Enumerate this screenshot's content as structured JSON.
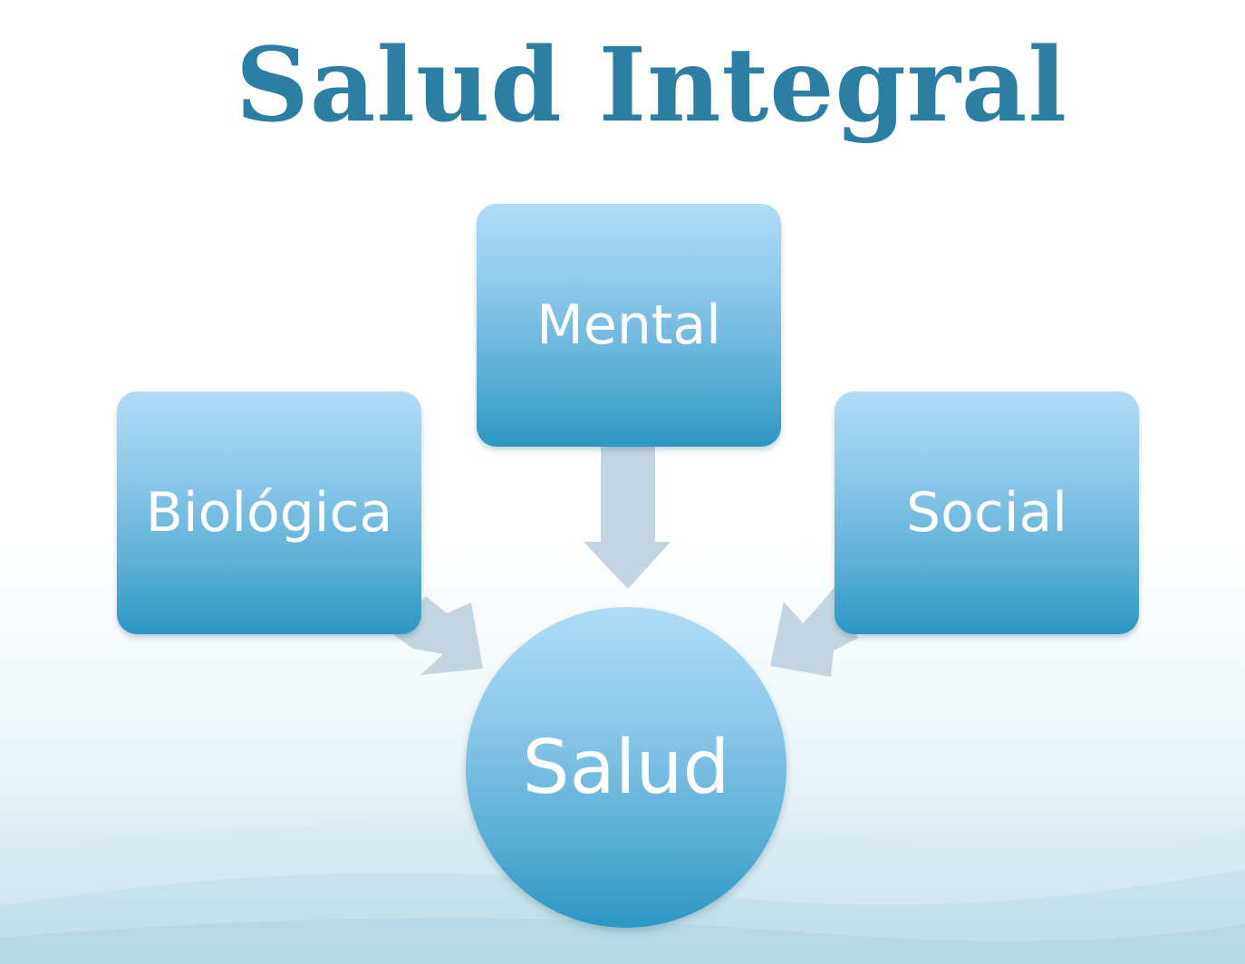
{
  "title": "Salud Integral",
  "nodes": {
    "top": "Mental",
    "left": "Biológica",
    "right": "Social",
    "center": "Salud"
  },
  "colors": {
    "title": "#2d7ea3",
    "node_top": "#b0dcf7",
    "node_bottom": "#2b97c3",
    "arrow": "#c3d5e1",
    "node_text": "#ffffff"
  }
}
